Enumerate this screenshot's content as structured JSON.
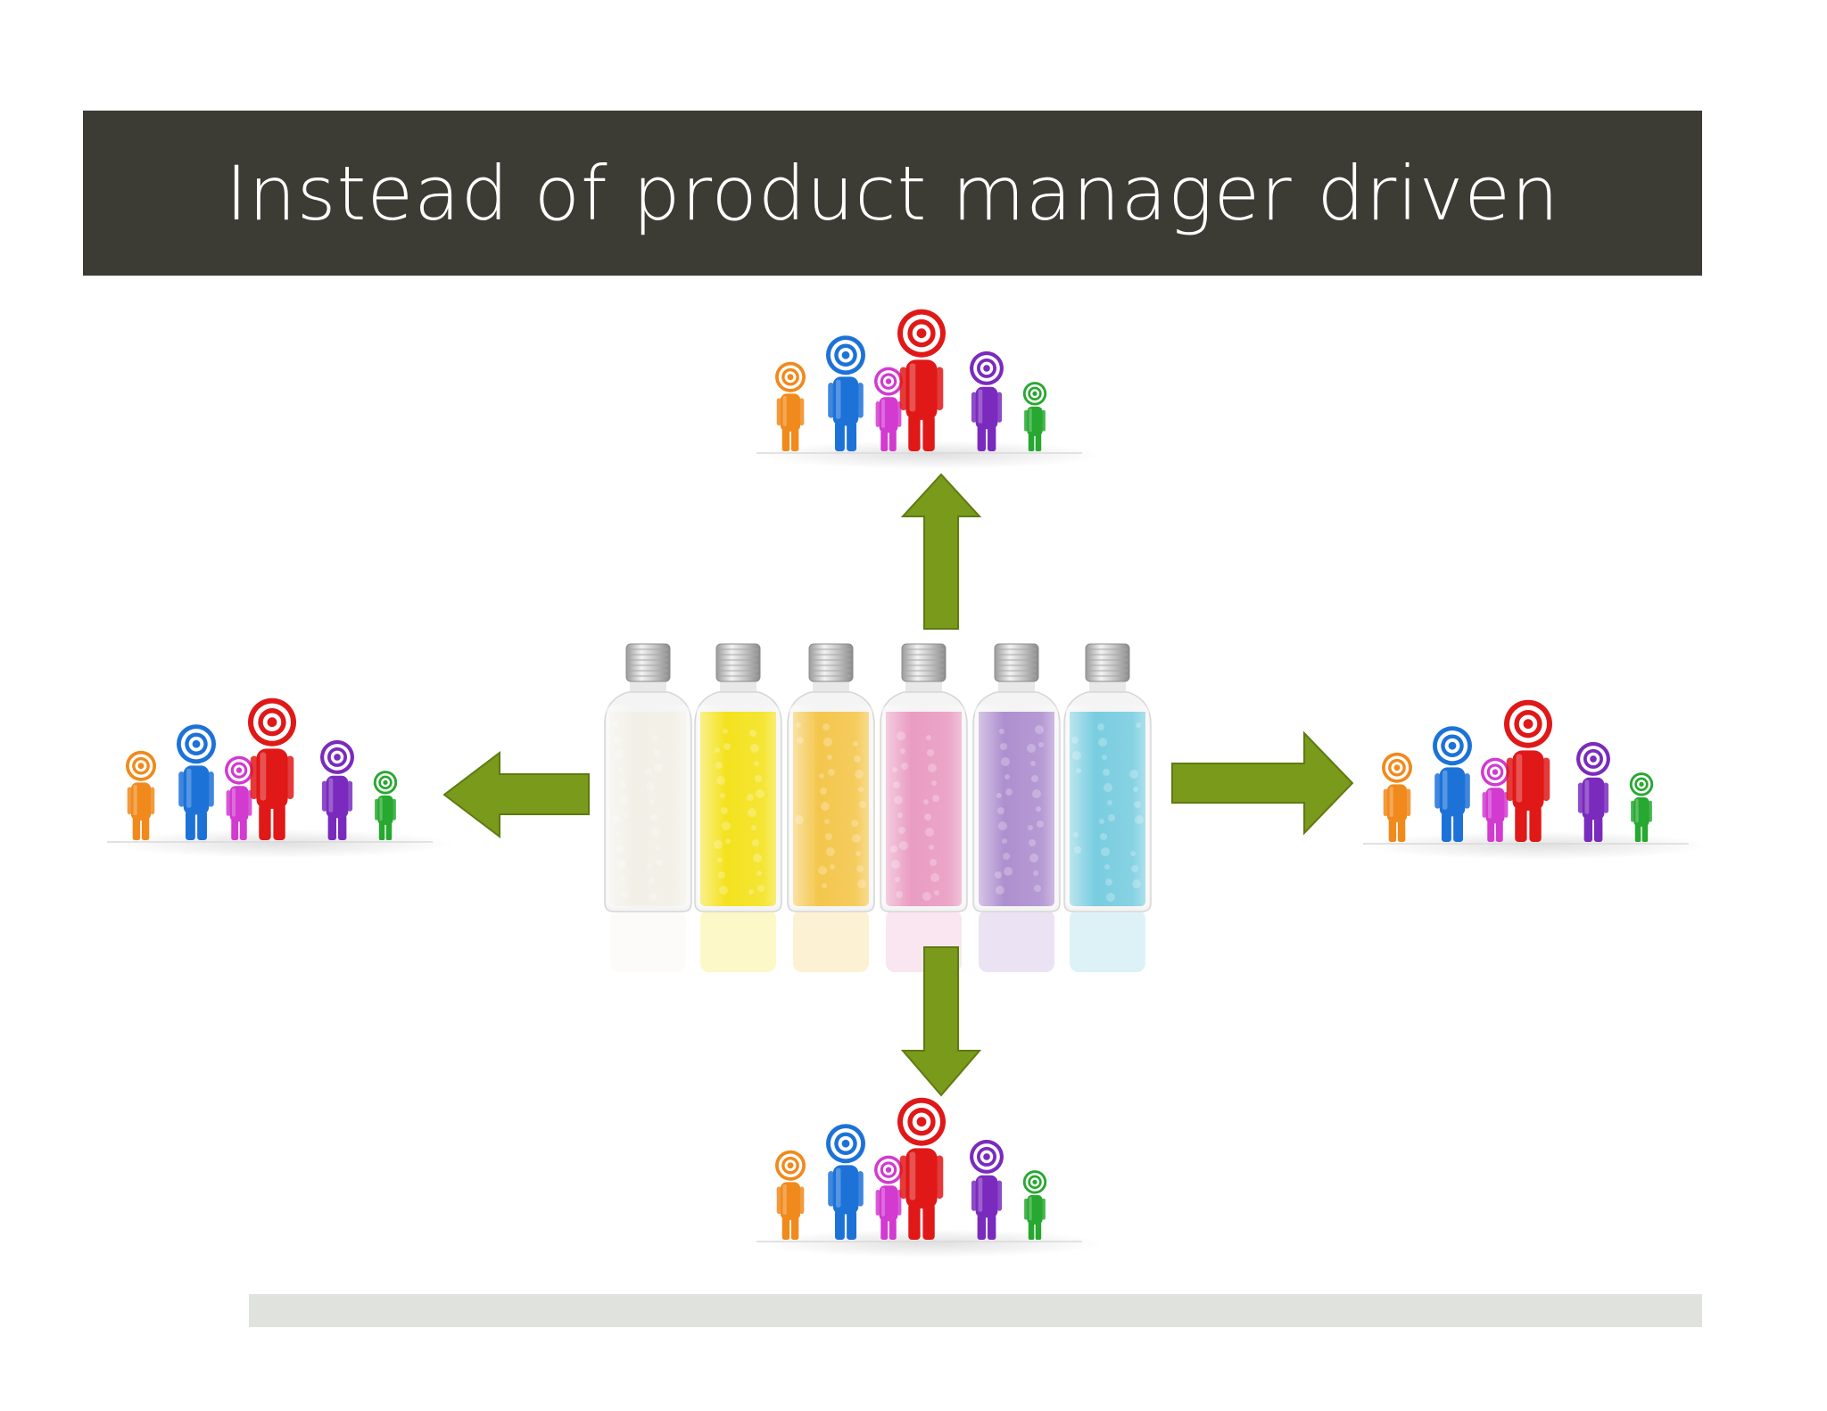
{
  "slide": {
    "title": "Instead of product manager driven"
  },
  "colors": {
    "title_bar": "#3c3c35",
    "title_text": "#ffffff",
    "arrow": "#7a9a1b",
    "footer_bar": "#e0e2dd"
  },
  "diagram": {
    "center": {
      "name": "product-bottles",
      "bottle_colors": [
        "#f2efe6",
        "#f4e21e",
        "#f4c64c",
        "#e99cc2",
        "#ae8fcf",
        "#79cde0"
      ]
    },
    "groups": [
      "top",
      "left",
      "right",
      "bottom"
    ],
    "arrow_directions": [
      "up",
      "left",
      "right",
      "down"
    ],
    "people_colors": [
      "#f08a1c",
      "#1d72d8",
      "#d23ad0",
      "#e01818",
      "#7a2bbd",
      "#27a830"
    ]
  }
}
